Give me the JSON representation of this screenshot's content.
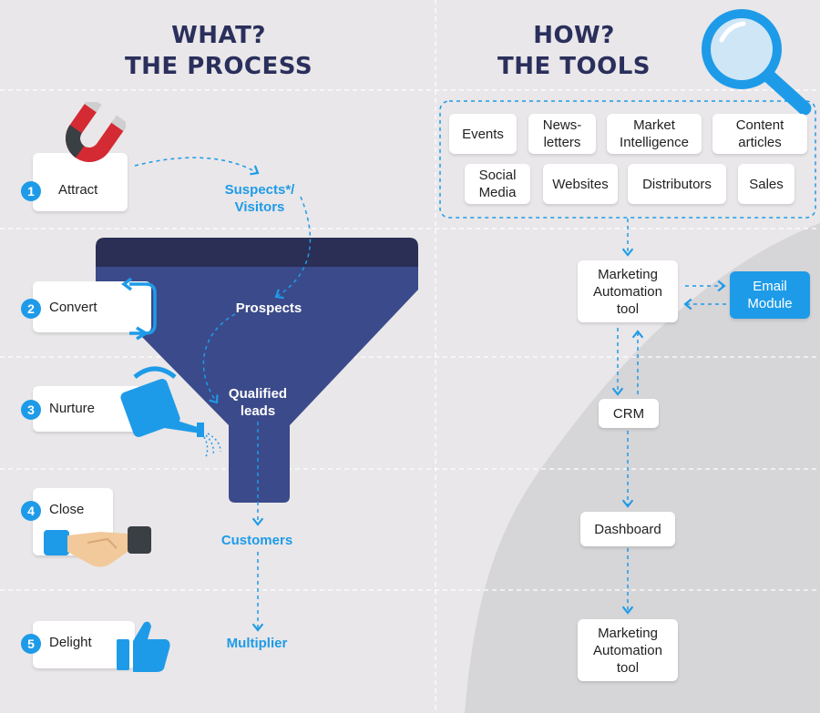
{
  "colors": {
    "navy": "#2a2f5c",
    "funnel_top": "#2b2f55",
    "funnel_body": "#3b4a8a",
    "accent_blue": "#1e9be8",
    "background": "#e9e7e9",
    "card": "#ffffff"
  },
  "left": {
    "header": {
      "line1": "WHAT?",
      "line2": "THE PROCESS"
    },
    "steps": [
      {
        "num": "1",
        "label": "Attract",
        "icon": "magnet-icon"
      },
      {
        "num": "2",
        "label": "Convert",
        "icon": "refresh-arrows-icon"
      },
      {
        "num": "3",
        "label": "Nurture",
        "icon": "watering-can-icon"
      },
      {
        "num": "4",
        "label": "Close",
        "icon": "handshake-icon"
      },
      {
        "num": "5",
        "label": "Delight",
        "icon": "thumbs-up-icon"
      }
    ],
    "stages": {
      "suspects": "Suspects*/\nVisitors",
      "prospects": "Prospects",
      "qualified": "Qualified\nleads",
      "customers": "Customers",
      "multiplier": "Multiplier"
    }
  },
  "right": {
    "header": {
      "line1": "HOW?",
      "line2": "THE TOOLS"
    },
    "sources": [
      "Events",
      "News-\nletters",
      "Market\nIntelligence",
      "Content\narticles",
      "Social\nMedia",
      "Websites",
      "Distributors",
      "Sales"
    ],
    "flow": {
      "marketing_automation": "Marketing\nAutomation\ntool",
      "email_module": "Email\nModule",
      "crm": "CRM",
      "dashboard": "Dashboard",
      "marketing_automation_2": "Marketing\nAutomation\ntool"
    },
    "icon": "magnifying-glass-icon"
  }
}
